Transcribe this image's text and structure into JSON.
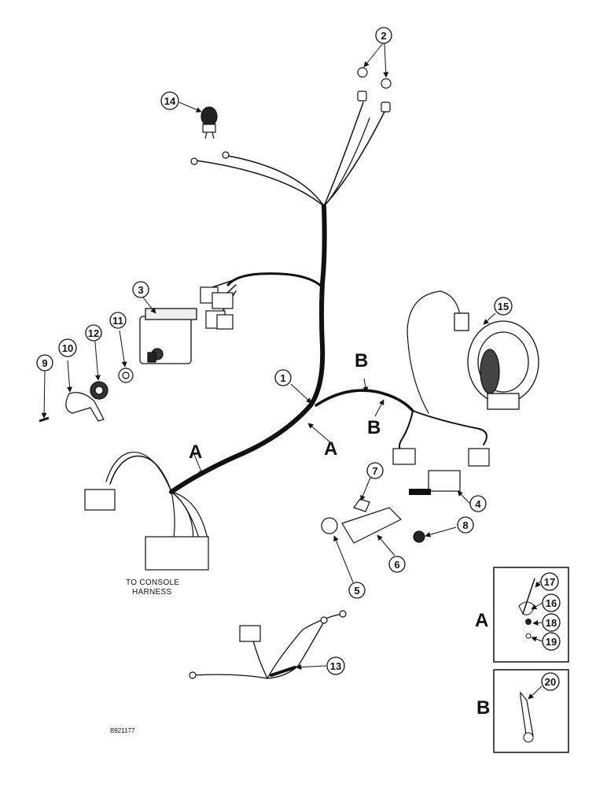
{
  "callouts": {
    "c1": "1",
    "c2": "2",
    "c3": "3",
    "c4": "4",
    "c5": "5",
    "c6": "6",
    "c7": "7",
    "c8": "8",
    "c9": "9",
    "c10": "10",
    "c11": "11",
    "c12": "12",
    "c13": "13",
    "c14": "14",
    "c15": "15",
    "c16": "16",
    "c17": "17",
    "c18": "18",
    "c19": "19",
    "c20": "20"
  },
  "section_letters": {
    "a_left": "A",
    "a_center": "A",
    "b_top": "B",
    "b_lower": "B",
    "detail_a": "A",
    "detail_b": "B"
  },
  "notes": {
    "console_line1": "TO CONSOLE",
    "console_line2": "HARNESS"
  },
  "figure_id": "B921177"
}
